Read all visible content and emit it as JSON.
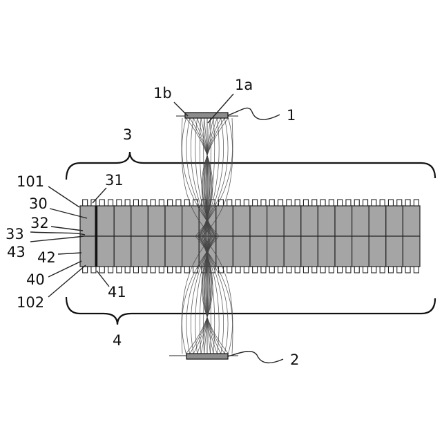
{
  "labels": {
    "l1": "1",
    "l1a": "1a",
    "l1b": "1b",
    "l2": "2",
    "l3": "3",
    "l4": "4",
    "l101": "101",
    "l102": "102",
    "l30": "30",
    "l31": "31",
    "l32": "32",
    "l33": "33",
    "l40": "40",
    "l41": "41",
    "l42": "42",
    "l43": "43"
  },
  "colors": {
    "block_fill": "#a5a5a5",
    "outline": "#222222",
    "plate_fill": "#8c8c8c"
  }
}
